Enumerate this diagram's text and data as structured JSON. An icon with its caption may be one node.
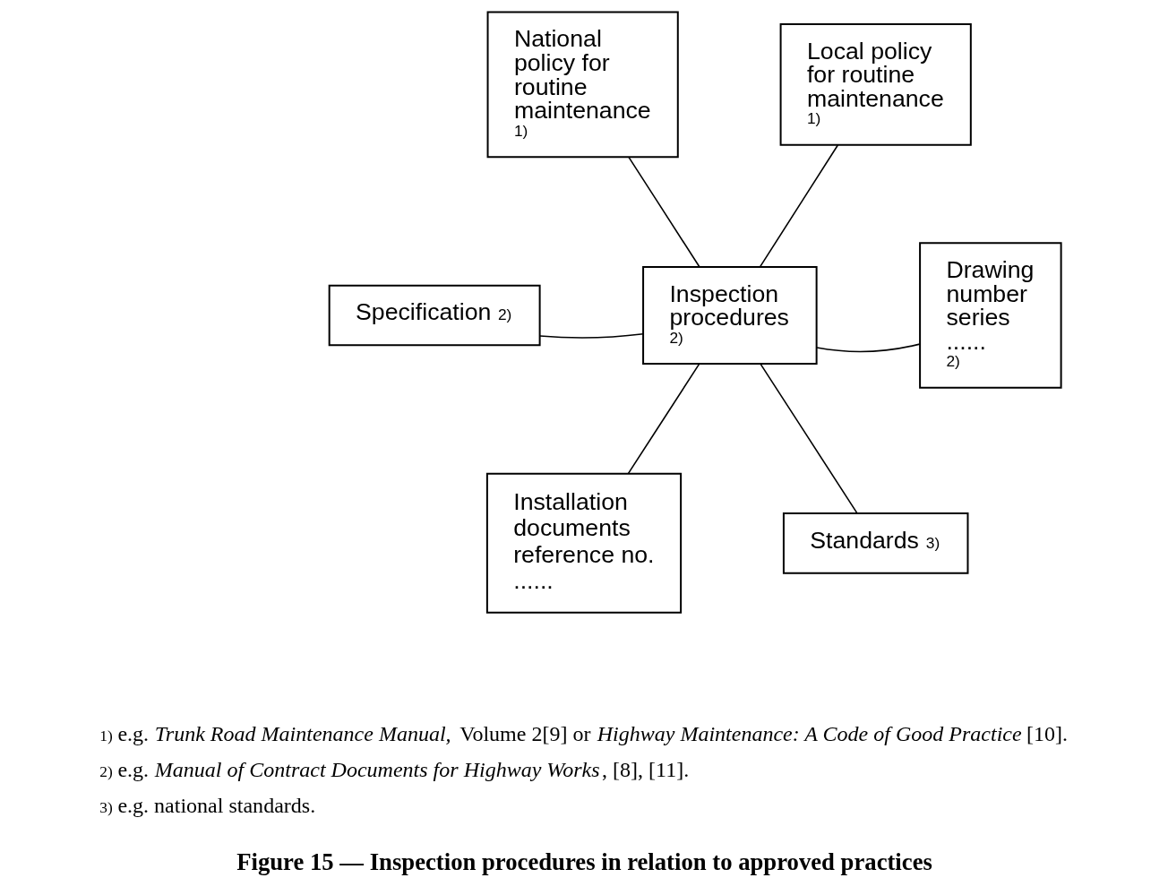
{
  "diagram": {
    "caption": "Figure 15 — Inspection procedures in relation to approved practices",
    "nodes": [
      {
        "text": [
          "National policy for routine maintenance $^{1)}$"
        ]
      },
      {
        "text": [
          "Local policy for routine maintenance $^{1)}$"
        ]
      },
      {
        "text": [
          "Specification $^{2)}$"
        ]
      },
      {
        "text": [
          "Inspection procedures $^{2)}$"
        ]
      },
      {
        "text": [
          "Drawing number series ...... $^{2)}$"
        ]
      },
      {
        "text": [
          "Installation documents reference no. ......"
        ]
      },
      {
        "text": [
          "Standards $^{3)}$"
        ]
      }
    ],
    "edges": [
      {
        "from": 0,
        "to": 3,
        "arrow": "none"
      },
      {
        "from": 1,
        "to": 3,
        "arrow": "none"
      },
      {
        "from": 2,
        "to": 3,
        "arrow": "none"
      },
      {
        "from": 3,
        "to": 4,
        "arrow": "none"
      },
      {
        "from": 3,
        "to": 5,
        "arrow": "none"
      },
      {
        "from": 3,
        "to": 6,
        "arrow": "none"
      }
    ],
    "labels": [
      "$^{1)}$ e.g. *Trunk Road Maintenance Manual,* Volume 2[9] or *Highway Maintenance: A Code of Good Practice*[10].",
      "$^{2)}$ e.g. *Manual of Contract Documents for Highway Works*, [8], [11].",
      "$^{3)}$ e.g. national standards."
    ]
  }
}
